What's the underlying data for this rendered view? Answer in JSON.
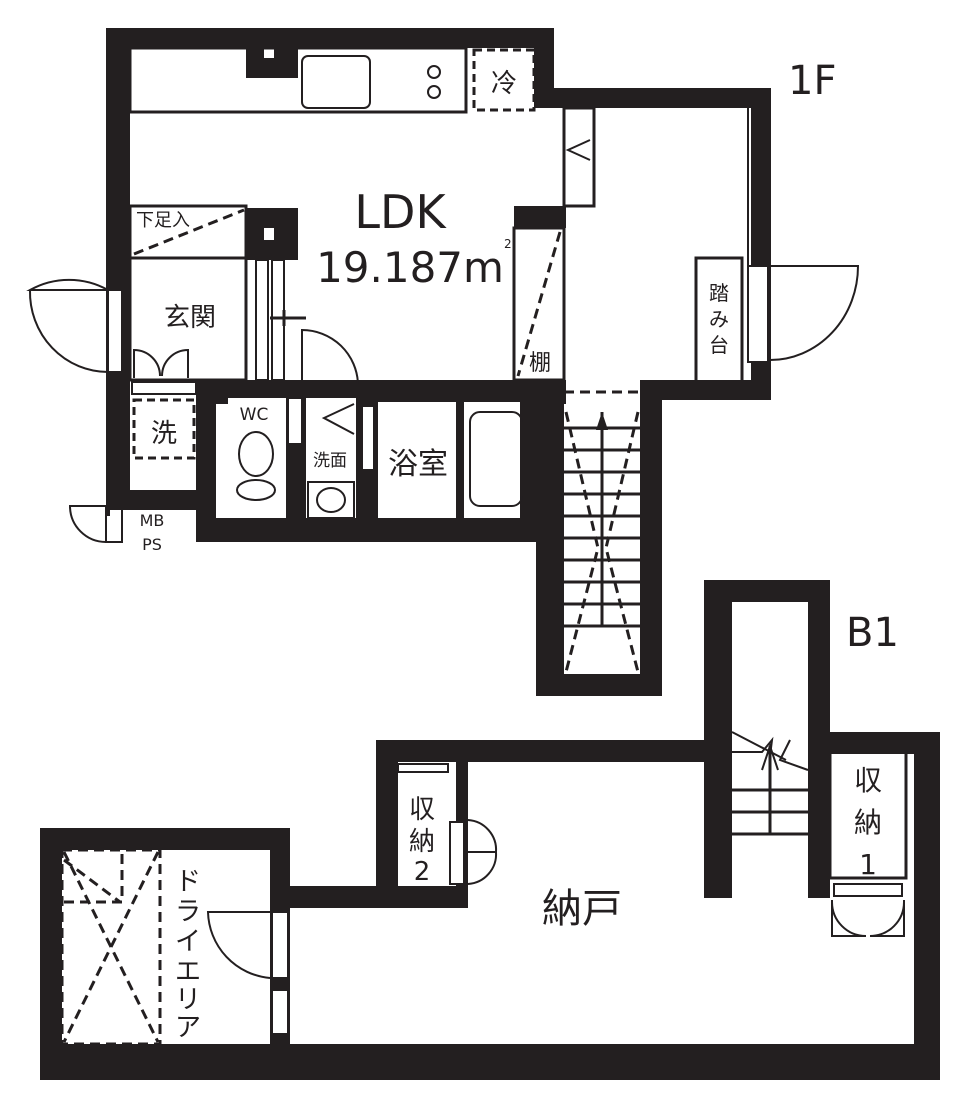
{
  "floors": {
    "upper": {
      "label": "1F"
    },
    "lower": {
      "label": "B1"
    }
  },
  "rooms": {
    "ldk": {
      "name": "LDK",
      "area": "19.187m",
      "area_sup": "2"
    },
    "refrigerator": {
      "label": "冷"
    },
    "shoe_storage": {
      "label": "下足入"
    },
    "entrance": {
      "label": "玄関"
    },
    "shelf": {
      "label": "棚"
    },
    "step": {
      "label": [
        "踏",
        "み",
        "台"
      ]
    },
    "washer": {
      "label": "洗"
    },
    "wc": {
      "label": "WC"
    },
    "washroom": {
      "label": "洗面"
    },
    "bathroom": {
      "label": "浴室"
    },
    "mbps": {
      "label_line1": "MB",
      "label_line2": "PS"
    },
    "storage1": {
      "label": [
        "収",
        "納",
        "1"
      ]
    },
    "storage2": {
      "label": [
        "収",
        "納",
        "2"
      ]
    },
    "closet": {
      "label": "納戸"
    },
    "dry_area": {
      "label": [
        "ド",
        "ラ",
        "イ",
        "エ",
        "リ",
        "ア"
      ]
    }
  },
  "colors": {
    "wall": "#231f20",
    "background": "#ffffff"
  }
}
